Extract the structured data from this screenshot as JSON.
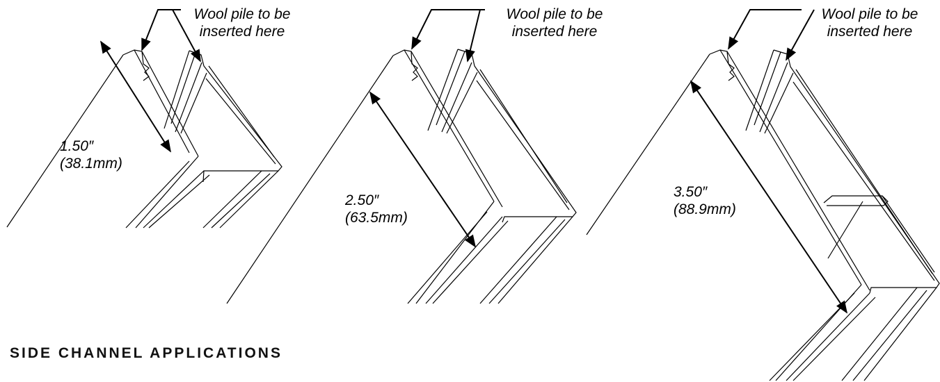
{
  "heading": "SIDE CHANNEL APPLICATIONS",
  "profiles": [
    {
      "note_line1": "Wool pile to be",
      "note_line2": "inserted here",
      "size_in": "1.50″",
      "size_mm": "(38.1mm)"
    },
    {
      "note_line1": "Wool pile to be",
      "note_line2": "inserted here",
      "size_in": "2.50″",
      "size_mm": "(63.5mm)"
    },
    {
      "note_line1": "Wool pile to be",
      "note_line2": "inserted here",
      "size_in": "3.50″",
      "size_mm": "(88.9mm)"
    }
  ]
}
